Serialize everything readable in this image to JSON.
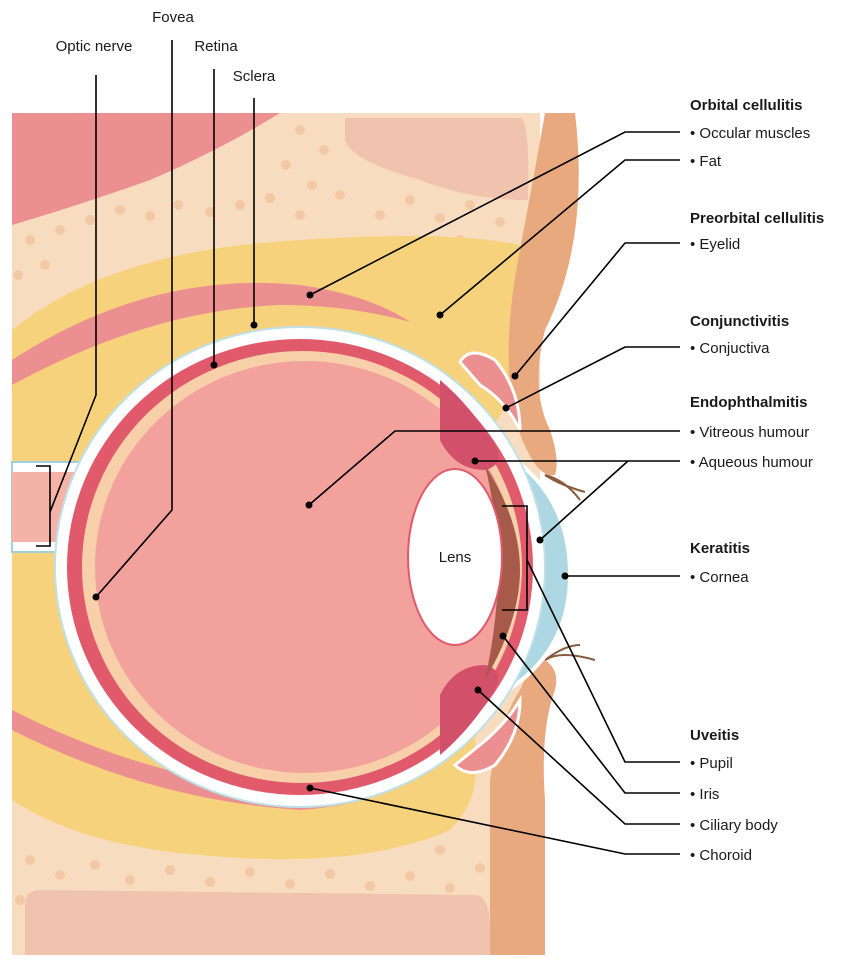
{
  "top_labels": {
    "fovea": "Fovea",
    "optic_nerve": "Optic nerve",
    "retina": "Retina",
    "sclera": "Sclera"
  },
  "center_labels": {
    "lens": "Lens"
  },
  "groups": [
    {
      "heading": "Orbital cellulitis",
      "items": [
        "• Occular muscles",
        "• Fat"
      ]
    },
    {
      "heading": "Preorbital cellulitis",
      "items": [
        "• Eyelid"
      ]
    },
    {
      "heading": "Conjunctivitis",
      "items": [
        "• Conjuctiva"
      ]
    },
    {
      "heading": "Endophthalmitis",
      "items": [
        "• Vitreous humour",
        "• Aqueous humour"
      ]
    },
    {
      "heading": "Keratitis",
      "items": [
        "• Cornea"
      ]
    },
    {
      "heading": "Uveitis",
      "items": [
        "• Pupil",
        "• Iris",
        "• Ciliary body",
        "• Choroid"
      ]
    }
  ],
  "colors": {
    "skin_light": "#f7dcc0",
    "fat_yellow": "#f7d27c",
    "muscle_pink": "#ec8f90",
    "eye_pink": "#f2a19c",
    "retina_red": "#e05a6c",
    "sclera_white": "#ffffff",
    "cornea_blue": "#add8e3",
    "eyelid_tan": "#e8a97f",
    "iris_brown": "#a75a4a"
  }
}
